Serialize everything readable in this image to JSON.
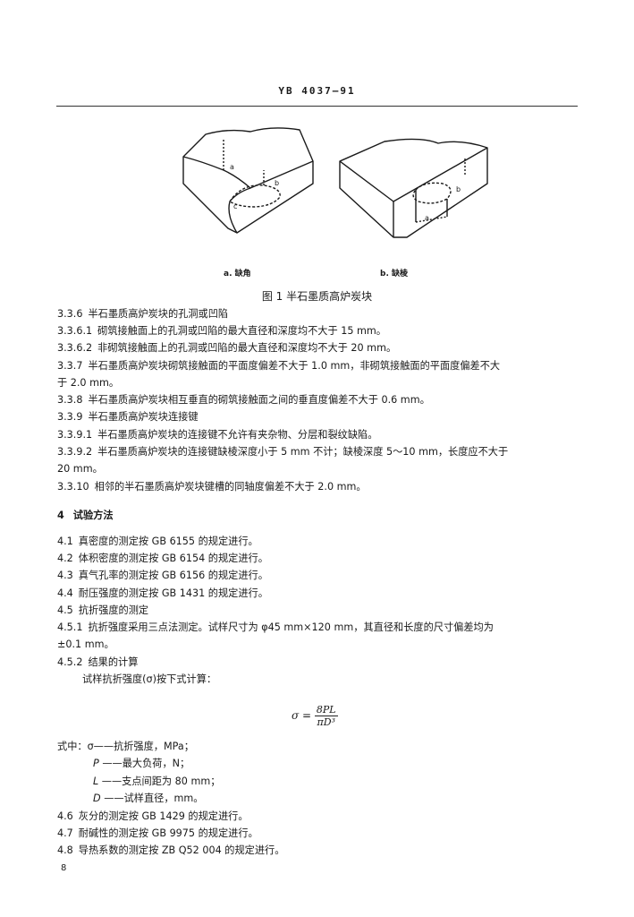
{
  "header": {
    "title": "YB 4037—91"
  },
  "figure": {
    "sub_a": "a. 缺角",
    "sub_b": "b. 缺棱",
    "label_a": "a",
    "label_c": "c",
    "label_b": "b",
    "title": "图 1   半石墨质高炉炭块"
  },
  "lines": [
    {
      "num": "3.3.6",
      "text": "半石墨质高炉炭块的孔洞或凹陷"
    },
    {
      "num": "3.3.6.1",
      "text": "砌筑接触面上的孔洞或凹陷的最大直径和深度均不大于 15 mm。"
    },
    {
      "num": "3.3.6.2",
      "text": "非砌筑接触面上的孔洞或凹陷的最大直径和深度均不大于 20 mm。"
    },
    {
      "num": "3.3.7",
      "text": "半石墨质高炉炭块砌筑接触面的平面度偏差不大于 1.0 mm，非砌筑接触面的平面度偏差不大"
    },
    {
      "num": "",
      "text": "于 2.0 mm。"
    },
    {
      "num": "3.3.8",
      "text": "半石墨质高炉炭块相互垂直的砌筑接触面之间的垂直度偏差不大于 0.6 mm。"
    },
    {
      "num": "3.3.9",
      "text": "半石墨质高炉炭块连接键"
    },
    {
      "num": "3.3.9.1",
      "text": "半石墨质高炉炭块的连接键不允许有夹杂物、分层和裂纹缺陷。"
    },
    {
      "num": "3.3.9.2",
      "text": "半石墨质高炉炭块的连接键缺棱深度小于 5 mm 不计；缺棱深度 5～10 mm，长度应不大于"
    },
    {
      "num": "",
      "text": "20 mm。"
    },
    {
      "num": "3.3.10",
      "text": "相邻的半石墨质高炉炭块键槽的同轴度偏差不大于 2.0 mm。"
    }
  ],
  "section4": {
    "title_num": "4",
    "title": "试验方法",
    "items": [
      {
        "num": "4.1",
        "text": "真密度的测定按 GB 6155 的规定进行。"
      },
      {
        "num": "4.2",
        "text": "体积密度的测定按 GB 6154 的规定进行。"
      },
      {
        "num": "4.3",
        "text": "真气孔率的测定按 GB 6156 的规定进行。"
      },
      {
        "num": "4.4",
        "text": "耐压强度的测定按 GB 1431 的规定进行。"
      },
      {
        "num": "4.5",
        "text": "抗折强度的测定"
      },
      {
        "num": "4.5.1",
        "text": "抗折强度采用三点法测定。试样尺寸为 φ45 mm×120 mm，其直径和长度的尺寸偏差均为"
      },
      {
        "num": "",
        "text": "±0.1 mm。"
      },
      {
        "num": "4.5.2",
        "text": "结果的计算"
      },
      {
        "num": "",
        "text": "试样抗折强度(σ)按下式计算："
      }
    ],
    "formula": {
      "lhs": "σ =",
      "numer": "8PL",
      "denom": "πD³"
    },
    "where": [
      {
        "sym": "式中：σ",
        "text": "——抗折强度，MPa；"
      },
      {
        "sym": "P",
        "text": "——最大负荷，N；"
      },
      {
        "sym": "L",
        "text": "——支点间距为 80 mm；"
      },
      {
        "sym": "D",
        "text": "——试样直径，mm。"
      }
    ],
    "tail": [
      {
        "num": "4.6",
        "text": "灰分的测定按 GB 1429 的规定进行。"
      },
      {
        "num": "4.7",
        "text": "耐碱性的测定按 GB 9975 的规定进行。"
      },
      {
        "num": "4.8",
        "text": "导热系数的测定按 ZB Q52 004 的规定进行。"
      }
    ]
  },
  "page_number": "8"
}
